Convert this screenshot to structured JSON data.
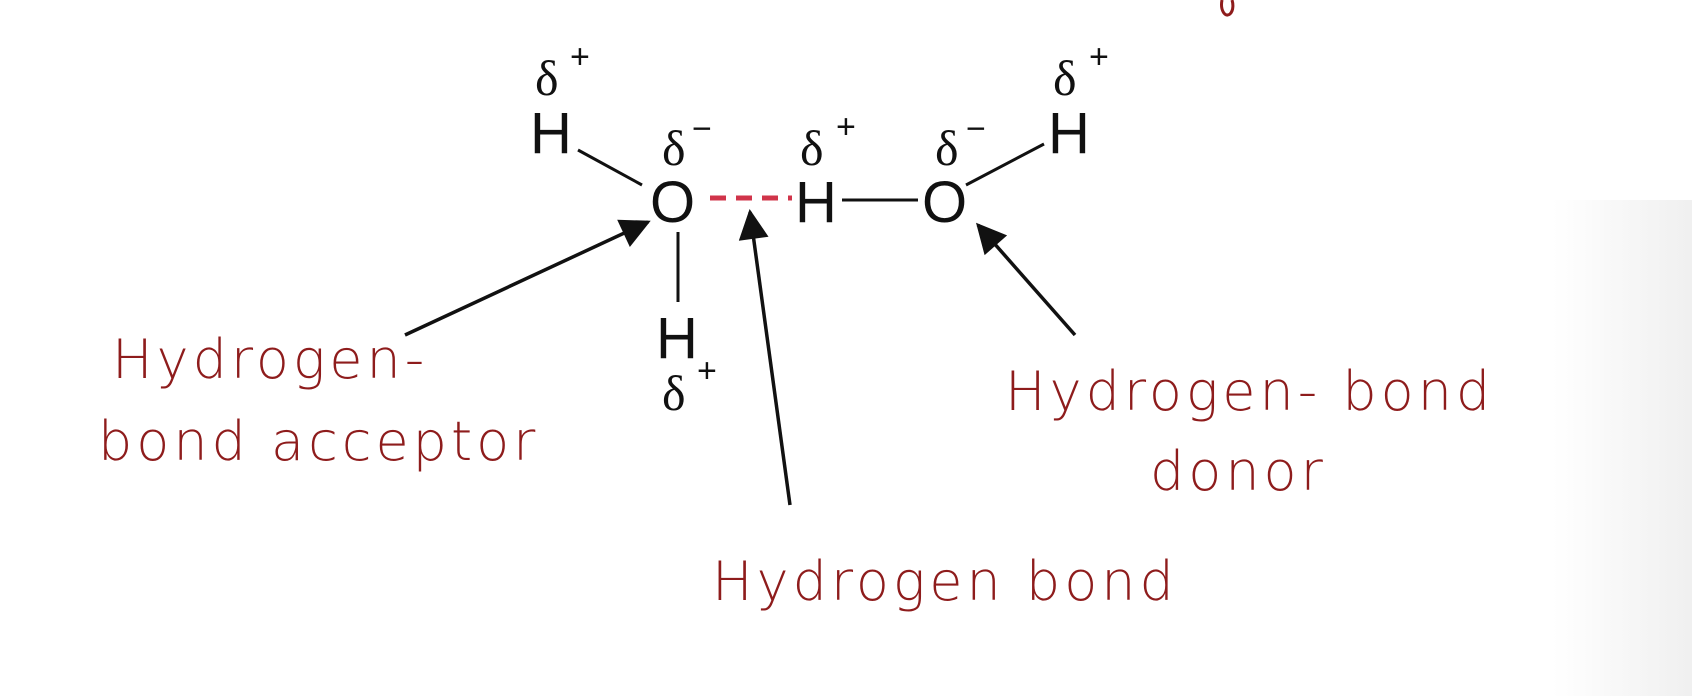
{
  "molecule": {
    "left_oxygen": "O",
    "right_oxygen": "O",
    "hydrogen": "H",
    "delta_plus": "δ",
    "plus": "+",
    "delta_minus": "δ",
    "minus": "−"
  },
  "labels": {
    "acceptor_line1": "Hydrogen-",
    "acceptor_line2": "bond acceptor",
    "hydrogen_bond": "Hydrogen bond",
    "donor_line1": "Hydrogen- bond",
    "donor_line2": "donor"
  },
  "colors": {
    "annotation": "#8e1c1c",
    "hydrogen_bond_dash": "#d0344a",
    "structure": "#111111"
  }
}
